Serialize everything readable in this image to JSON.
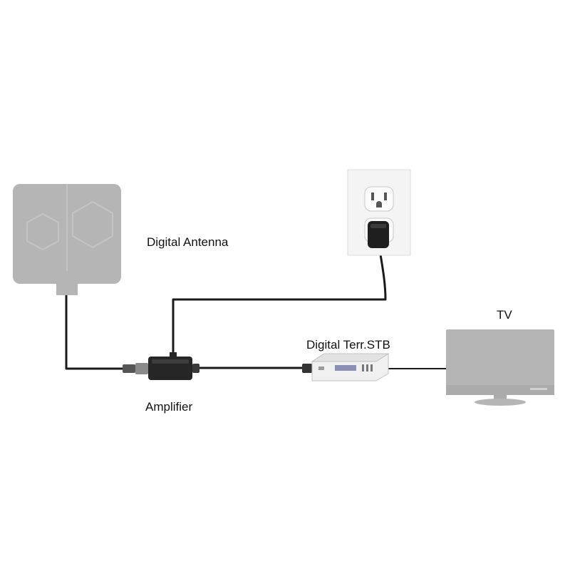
{
  "labels": {
    "antenna": "Digital Antenna",
    "amplifier": "Amplifier",
    "stb": "Digital Terr.STB",
    "tv": "TV"
  },
  "colors": {
    "device_gray": "#b5b5b5",
    "cable": "#1a1a1a",
    "outlet_plate": "#f4f4f4",
    "background": "#ffffff"
  },
  "icons": {
    "antenna": "flat-indoor-antenna-icon",
    "outlet": "wall-outlet-icon",
    "adapter": "power-adapter-icon",
    "amplifier": "signal-amplifier-icon",
    "stb": "set-top-box-icon",
    "tv": "television-icon"
  }
}
